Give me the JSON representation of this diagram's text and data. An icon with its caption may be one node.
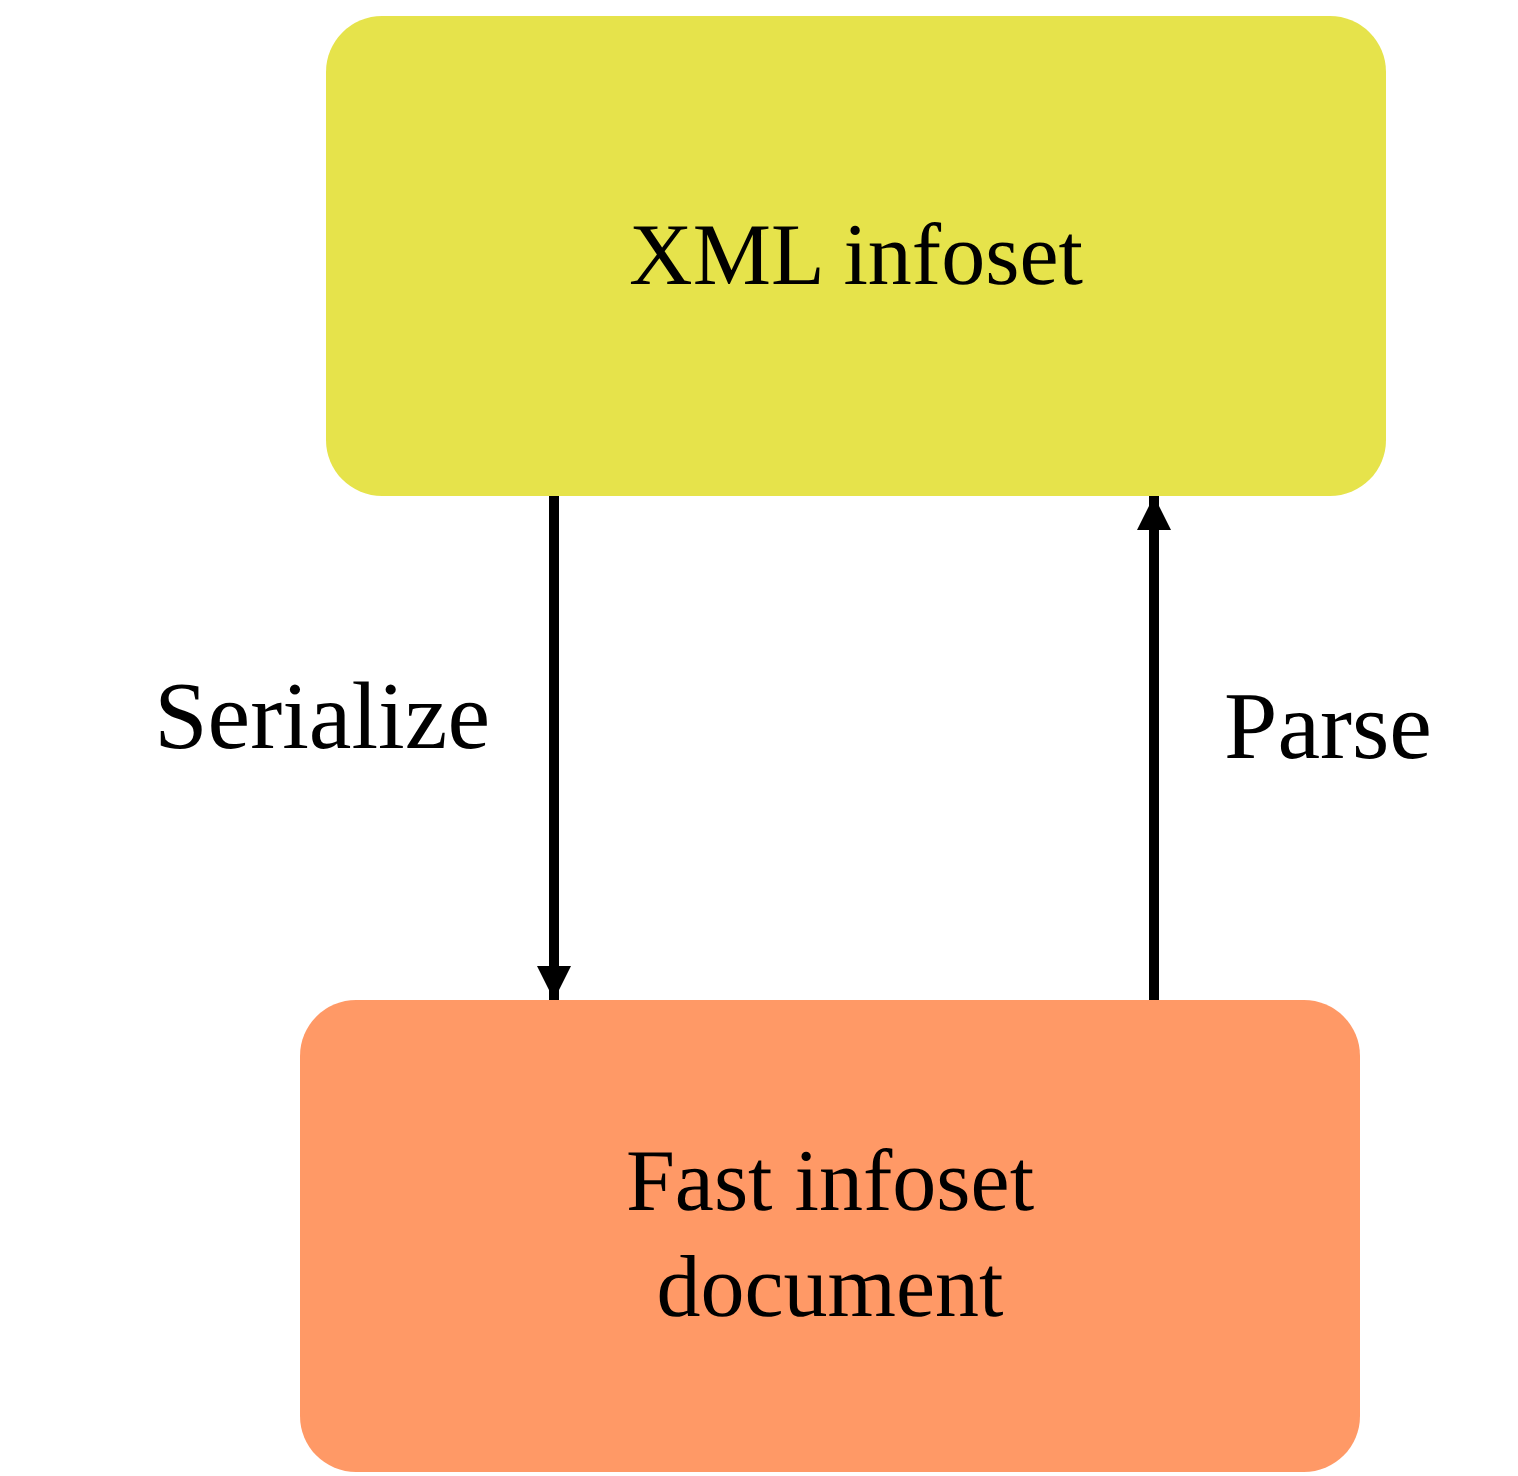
{
  "diagram": {
    "nodes": [
      {
        "text": [
          "XML infoset"
        ]
      },
      {
        "text": [
          "Fast infoset document"
        ]
      }
    ],
    "edges": [
      {
        "from": 0,
        "to": 1,
        "arrow": "to",
        "label": "Serialize"
      },
      {
        "from": 1,
        "to": 0,
        "arrow": "to",
        "label": "Parse"
      }
    ]
  }
}
